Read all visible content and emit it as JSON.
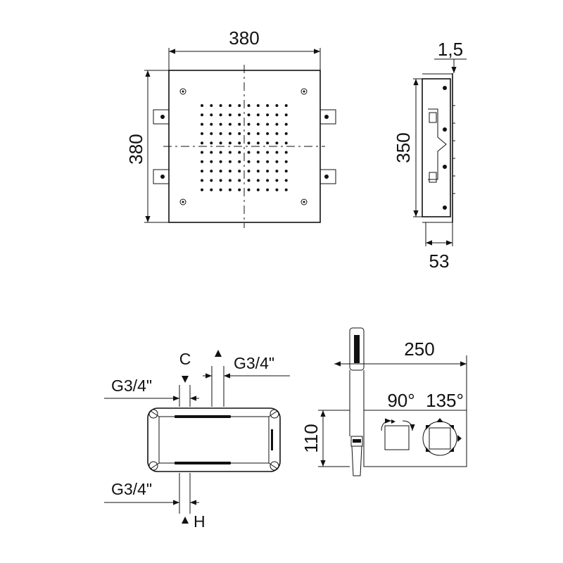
{
  "top_view": {
    "width_label": "380",
    "height_label": "380"
  },
  "side_view": {
    "thickness_label": "1,5",
    "height_label": "350",
    "depth_label": "53"
  },
  "valve_top": {
    "label_cold": "C",
    "label_hot": "H",
    "label_outlet_top": "G3/4\"",
    "label_inlet_left": "G3/4\"",
    "label_inlet_bottom": "G3/4\""
  },
  "valve_front": {
    "width_label": "250",
    "height_label": "110",
    "angle_left_label": "90°",
    "angle_right_label": "135°"
  }
}
